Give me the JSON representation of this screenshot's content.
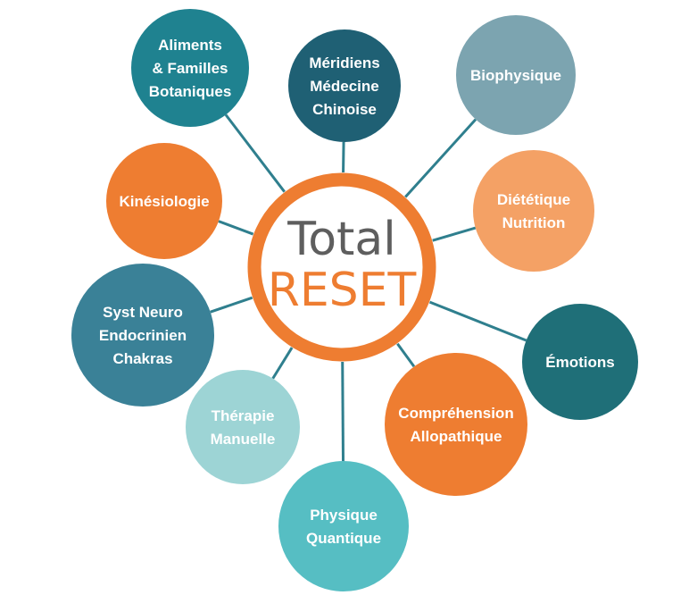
{
  "hub": {
    "line1": "Total",
    "line2": "RESET",
    "ring_color": "#ee7d31"
  },
  "connector_color": "#2f7f8e",
  "nodes": [
    {
      "id": "aliments",
      "lines": [
        "Aliments",
        "& Familles",
        "Botaniques"
      ],
      "color": "#1f8290"
    },
    {
      "id": "meridiens",
      "lines": [
        "Méridiens",
        "Médecine",
        "Chinoise"
      ],
      "color": "#1f6074"
    },
    {
      "id": "biophysique",
      "lines": [
        "Biophysique"
      ],
      "color": "#7ca4b0"
    },
    {
      "id": "kinesiologie",
      "lines": [
        "Kinésiologie"
      ],
      "color": "#ee7d31"
    },
    {
      "id": "dietetique",
      "lines": [
        "Diététique",
        "Nutrition"
      ],
      "color": "#f4a165"
    },
    {
      "id": "syst-neuro",
      "lines": [
        "Syst Neuro",
        "Endocrinien",
        "Chakras"
      ],
      "color": "#3a8197"
    },
    {
      "id": "emotions",
      "lines": [
        "Émotions"
      ],
      "color": "#1f6f78"
    },
    {
      "id": "therapie",
      "lines": [
        "Thérapie",
        "Manuelle"
      ],
      "color": "#9dd4d5"
    },
    {
      "id": "comprehension",
      "lines": [
        "Compréhension",
        "Allopathique"
      ],
      "color": "#ee7d31"
    },
    {
      "id": "physique",
      "lines": [
        "Physique",
        "Quantique"
      ],
      "color": "#56bec3"
    }
  ]
}
